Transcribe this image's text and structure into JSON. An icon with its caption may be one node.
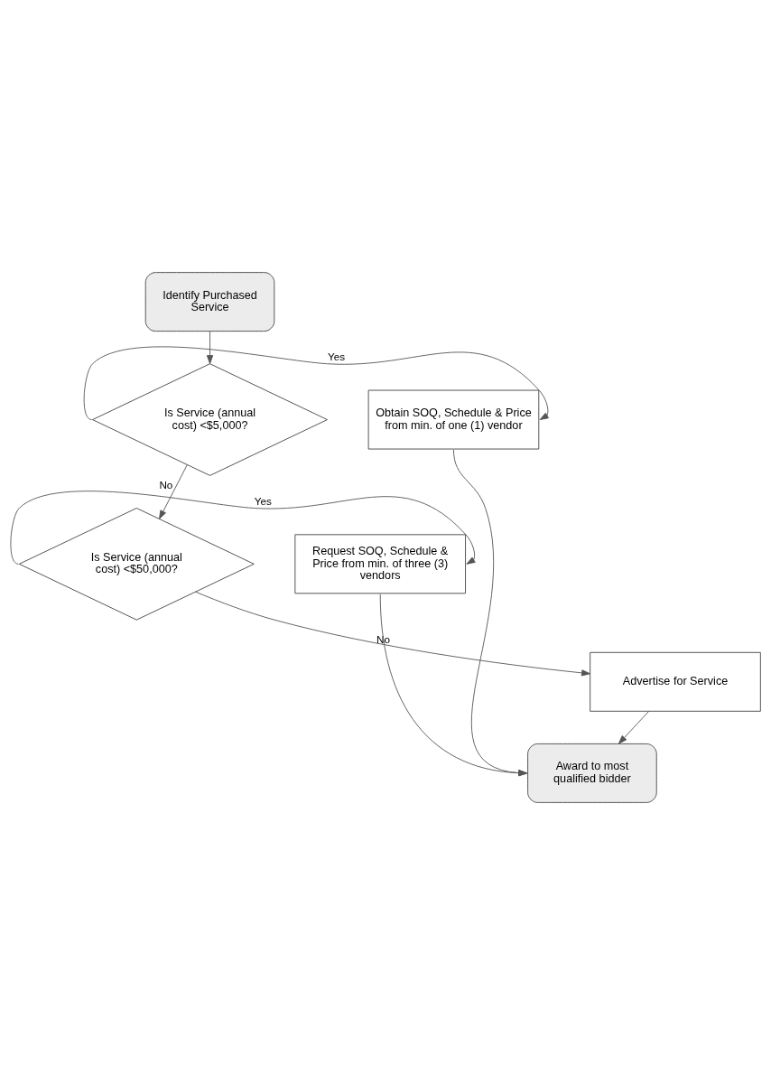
{
  "diagram": {
    "nodes": [
      {
        "text": [
          "Identify Purchased Service"
        ]
      },
      {
        "text": [
          "Is Service (annual cost) <$5,000?"
        ]
      },
      {
        "text": [
          "Obtain SOQ, Schedule & Price from min. of one (1) vendor"
        ]
      },
      {
        "text": [
          "Is Service (annual cost) <$50,000?"
        ]
      },
      {
        "text": [
          "Request SOQ, Schedule & Price from min. of three (3) vendors"
        ]
      },
      {
        "text": [
          "Advertise for Service"
        ]
      },
      {
        "text": [
          "Award to most qualified bidder"
        ]
      }
    ],
    "edges": [
      {
        "from": 0,
        "to": 1,
        "arrow": "to"
      },
      {
        "from": 1,
        "to": 2,
        "arrow": "to",
        "label": "Yes"
      },
      {
        "from": 1,
        "to": 3,
        "arrow": "to",
        "label": "No"
      },
      {
        "from": 3,
        "to": 4,
        "arrow": "to",
        "label": "Yes"
      },
      {
        "from": 3,
        "to": 5,
        "arrow": "to",
        "label": "No"
      },
      {
        "from": 5,
        "to": 6,
        "arrow": "to"
      },
      {
        "from": 2,
        "to": 6,
        "arrow": "to"
      },
      {
        "from": 4,
        "to": 6,
        "arrow": "to"
      }
    ]
  }
}
